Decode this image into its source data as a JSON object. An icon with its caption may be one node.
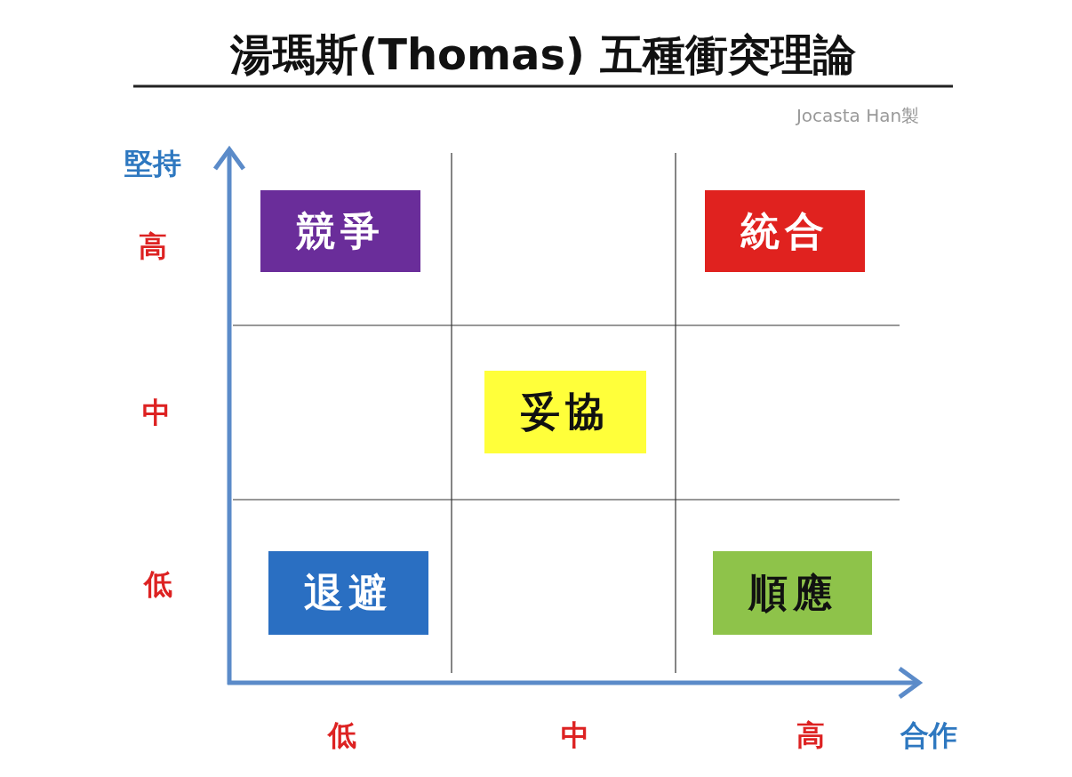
{
  "diagram": {
    "title": "湯瑪斯(Thomas) 五種衝突理論",
    "nodes": [
      {
        "text": [
          "競爭"
        ]
      },
      {
        "text": [
          "統合"
        ]
      },
      {
        "text": [
          "妥協"
        ]
      },
      {
        "text": [
          "退避"
        ]
      },
      {
        "text": [
          "順應"
        ]
      }
    ],
    "edges": [],
    "labels": [
      "Jocasta Han製",
      "堅持",
      "高",
      "中",
      "低",
      "低",
      "中",
      "高",
      "合作"
    ]
  }
}
